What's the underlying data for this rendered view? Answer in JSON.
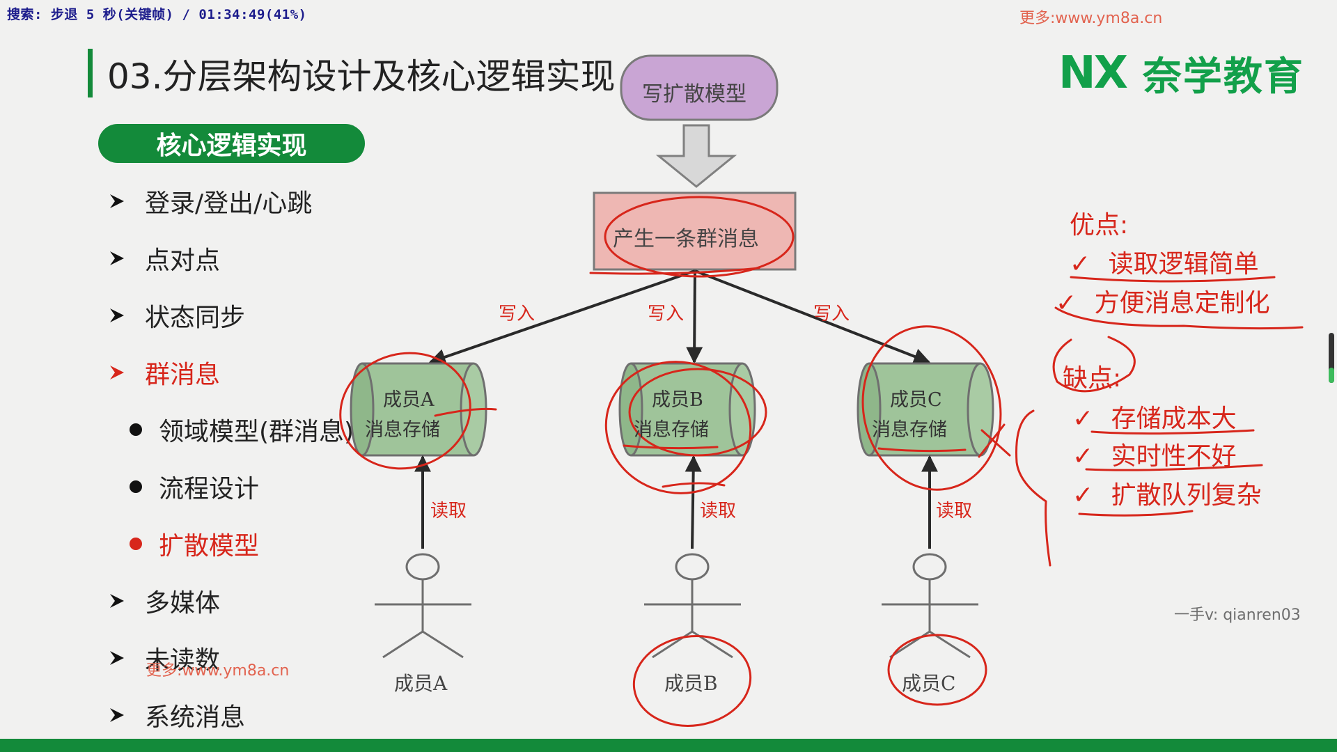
{
  "overlay": {
    "player_status": "搜索: 步退 5 秒(关键帧) / 01:34:49(41%)",
    "watermark_top": "更多:www.ym8a.cn",
    "watermark_mid": "更多:www.ym8a.cn",
    "watermark_contact": "一手v: qianren03"
  },
  "slide": {
    "title": "03.分层架构设计及核心逻辑实现",
    "logo": {
      "mark": "NX",
      "text": "奈学教育",
      "color": "#12a04a"
    },
    "section_pill": "核心逻辑实现",
    "menu": [
      {
        "label": "登录/登出/心跳",
        "level": 1,
        "active": false
      },
      {
        "label": "点对点",
        "level": 1,
        "active": false
      },
      {
        "label": "状态同步",
        "level": 1,
        "active": false
      },
      {
        "label": "群消息",
        "level": 1,
        "active": true
      },
      {
        "label": "领域模型(群消息)",
        "level": 2,
        "active": false
      },
      {
        "label": "流程设计",
        "level": 2,
        "active": false
      },
      {
        "label": "扩散模型",
        "level": 2,
        "active": true
      },
      {
        "label": "多媒体",
        "level": 1,
        "active": false
      },
      {
        "label": "未读数",
        "level": 1,
        "active": false
      },
      {
        "label": "系统消息",
        "level": 1,
        "active": false
      }
    ]
  },
  "diagram": {
    "top_box": "写扩散模型",
    "event_box": "产生一条群消息",
    "edge_write": "写入",
    "edge_read": "读取",
    "stores": [
      {
        "line1": "成员A",
        "line2": "消息存储"
      },
      {
        "line1": "成员B",
        "line2": "消息存储"
      },
      {
        "line1": "成员C",
        "line2": "消息存储"
      }
    ],
    "members": [
      "成员A",
      "成员B",
      "成员C"
    ]
  },
  "notes": {
    "pros_title": "优点:",
    "pros": [
      "读取逻辑简单",
      "方便消息定制化"
    ],
    "cons_title": "缺点:",
    "cons": [
      "存储成本大",
      "实时性不好",
      "扩散队列复杂"
    ],
    "check": "✓"
  },
  "colors": {
    "brand_green": "#138a3a",
    "annotation_red": "#d7261b",
    "top_box_fill": "#c9a5d4",
    "event_box_fill": "#eeb7b3",
    "store_fill": "#9fc49a"
  }
}
